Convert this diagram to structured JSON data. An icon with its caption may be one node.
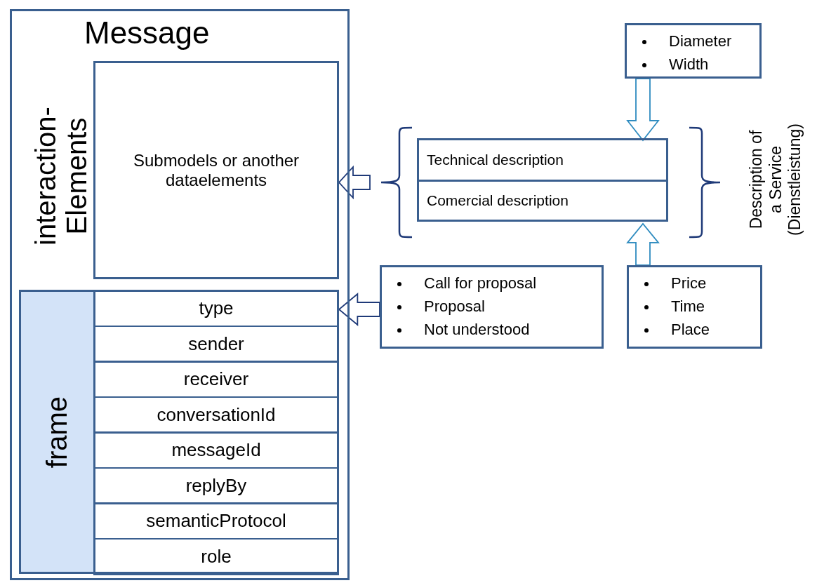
{
  "diagram": {
    "nodes": [
      {
        "text": [
          "Message",
          "interaction-Elements"
        ]
      },
      {
        "text": [
          "Submodels or another dataelements"
        ],
        "in": 0
      },
      {
        "text": [
          "frame"
        ],
        "in": 0
      },
      {
        "text": [
          "type"
        ],
        "in": 2
      },
      {
        "text": [
          "sender"
        ],
        "in": 2
      },
      {
        "text": [
          "receiver"
        ],
        "in": 2
      },
      {
        "text": [
          "conversationId"
        ],
        "in": 2
      },
      {
        "text": [
          "messageId"
        ],
        "in": 2
      },
      {
        "text": [
          "replyBy"
        ],
        "in": 2
      },
      {
        "text": [
          "semanticProtocol"
        ],
        "in": 2
      },
      {
        "text": [
          "role"
        ],
        "in": 2
      },
      {
        "text": [
          "Description of a Service (Dienstleistung)"
        ]
      },
      {
        "text": [
          "Technical description"
        ],
        "in": 11
      },
      {
        "text": [
          "Comercial description"
        ],
        "in": 11
      },
      {
        "text": [
          "Diameter",
          "Width"
        ]
      },
      {
        "text": [
          "Call for proposal",
          "Proposal",
          "Not understood"
        ]
      },
      {
        "text": [
          "Price",
          "Time",
          "Place"
        ]
      }
    ],
    "edges": [
      {
        "from": 11,
        "to": 1,
        "arrow": "to"
      },
      {
        "from": 14,
        "to": 12,
        "arrow": "to",
        "color": "#2f8cc0"
      },
      {
        "from": 16,
        "to": 13,
        "arrow": "to",
        "color": "#2f8cc0"
      },
      {
        "from": 15,
        "to": 3,
        "arrow": "to"
      }
    ]
  }
}
